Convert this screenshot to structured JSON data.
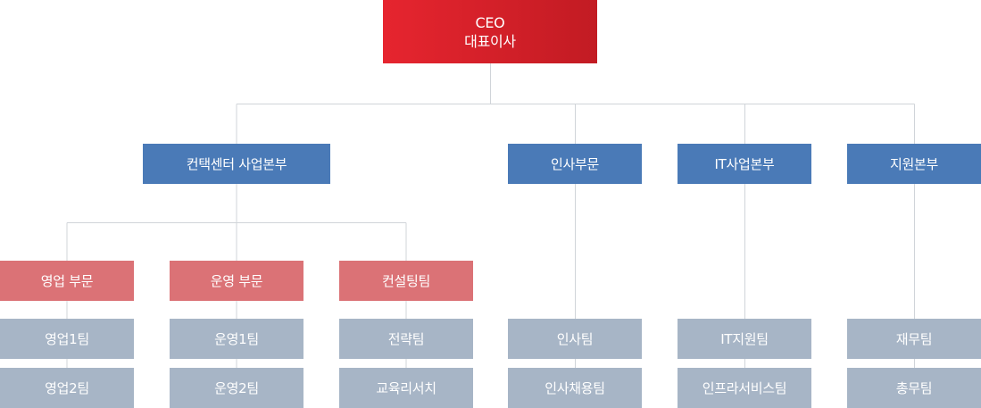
{
  "ceo": {
    "line1": "CEO",
    "line2": "대표이사"
  },
  "divisions": {
    "contact": "컨택센터 사업본부",
    "hr": "인사부문",
    "it": "IT사업본부",
    "support": "지원본부"
  },
  "departments": {
    "sales": "영업 부문",
    "ops": "운영 부문",
    "consult": "컨설팅팀"
  },
  "teams": {
    "sales1": "영업1팀",
    "sales2": "영업2팀",
    "ops1": "운영1팀",
    "ops2": "운영2팀",
    "strategy": "전략팀",
    "education": "교육리서치",
    "hr_team": "인사팀",
    "recruit": "인사채용팀",
    "it_support": "IT지원팀",
    "infra": "인프라서비스팀",
    "finance": "재무팀",
    "general": "총무팀"
  },
  "colors": {
    "ceo": "#d4202a",
    "division": "#4a7ab7",
    "department": "#db7276",
    "team": "#a7b5c6",
    "connector": "#d0d4d9"
  }
}
